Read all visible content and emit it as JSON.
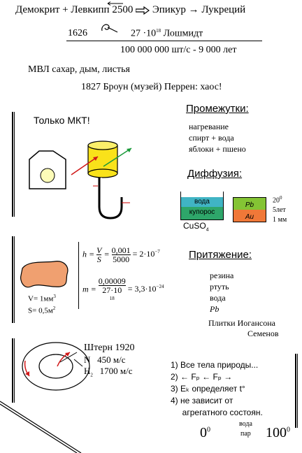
{
  "top": {
    "line1_left": "Демокрит + Левкипп",
    "line1_year": "2500",
    "line1_right1": "Эпикур",
    "line1_right2": "Лукреций",
    "loschmidt_year": "1626",
    "loschmidt_exp": "27 ·10",
    "loschmidt_pow": "18",
    "loschmidt_name": "Лошмидт",
    "rate": "100 000 000 шт/с - 9 000 лет",
    "mvl": "МВЛ сахар, дым, листья",
    "brown": "1827 Броун (музей)  Перрен: хаос!"
  },
  "sec1": {
    "title": "Только МКТ!",
    "gaps_title": "Промежутки:",
    "gaps_items": [
      "нагревание",
      "спирт + вода",
      "яблоки + пшено"
    ],
    "diffusion_title": "Диффузия:",
    "beaker_top": "вода",
    "beaker_bottom": "купорос",
    "formula": "CuSO",
    "formula_sub": "4",
    "box_top": "Pb",
    "box_bottom": "Au",
    "box_temp": "20",
    "box_temp_sup": "0",
    "box_time": "5лет",
    "box_len": "1 мм"
  },
  "sec2": {
    "vol": "V= 1мм",
    "vol_sup": "3",
    "area": "S= 0,5м",
    "area_sup": "2",
    "h_lhs": "h =",
    "h_frac_num": "V",
    "h_frac_den": "S",
    "h_eq": "=",
    "h_num": "0,001",
    "h_den": "5000",
    "h_res": "= 2·10",
    "h_res_pow": "−7",
    "m_lhs": "m =",
    "m_num": "0,00009",
    "m_den": "27·10",
    "m_den_pow": "18",
    "m_res": "= 3,3·10",
    "m_res_pow": "−24",
    "attract_title": "Притяжение:",
    "attract_items": [
      "резина",
      "ртуть",
      "вода",
      "Pb"
    ],
    "attract_plates": "Плитки Иогансона",
    "attract_name": "Семенов"
  },
  "sec3": {
    "stern": "Штерн 1920",
    "n_label": "N",
    "n_val": "450 м/с",
    "h_label": "H",
    "h_val": "1700 м/с",
    "list": [
      "1) Все тела природы...",
      "2)   ←  Fₚ  ←  Fₚ →",
      "3)  Eₖ  определяет  t°",
      "4)   не зависит от",
      "     агрегатного состоян."
    ],
    "water": "вода",
    "steam": "пар",
    "t0": "0",
    "t100": "100",
    "deg": "0"
  }
}
